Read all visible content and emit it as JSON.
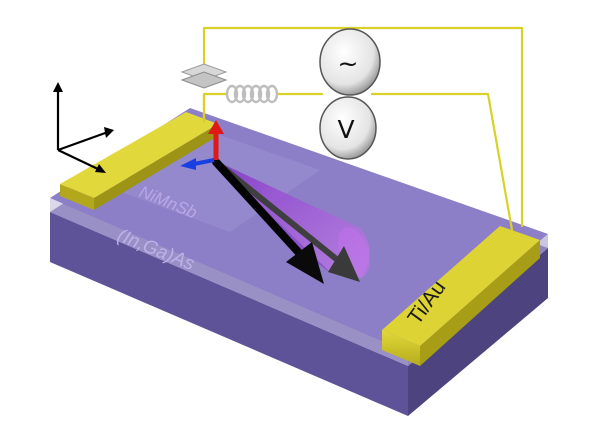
{
  "labels": {
    "layer_top": "NiMnSb",
    "layer_substrate": "(In,Ga)As",
    "contact": "Ti/Au"
  },
  "meters": {
    "ac_source_symbol": "~",
    "voltmeter_symbol": "V"
  },
  "colors": {
    "substrate": "#6a5aa6",
    "film": "#8878c2",
    "contact": "#d8cf2a",
    "wire": "#d9d127",
    "magnetization_current": "#000000",
    "magnetization_prev": "#3f3f3f",
    "precession_cone": "#a040e0",
    "axis_red": "#e01818",
    "axis_blue": "#1a3fe0"
  },
  "icons": {
    "ac_source": "ac-source-icon",
    "voltmeter": "voltmeter-icon",
    "inductor": "inductor-icon",
    "capacitor": "capacitor-icon",
    "axes": "coordinate-axes-icon"
  }
}
